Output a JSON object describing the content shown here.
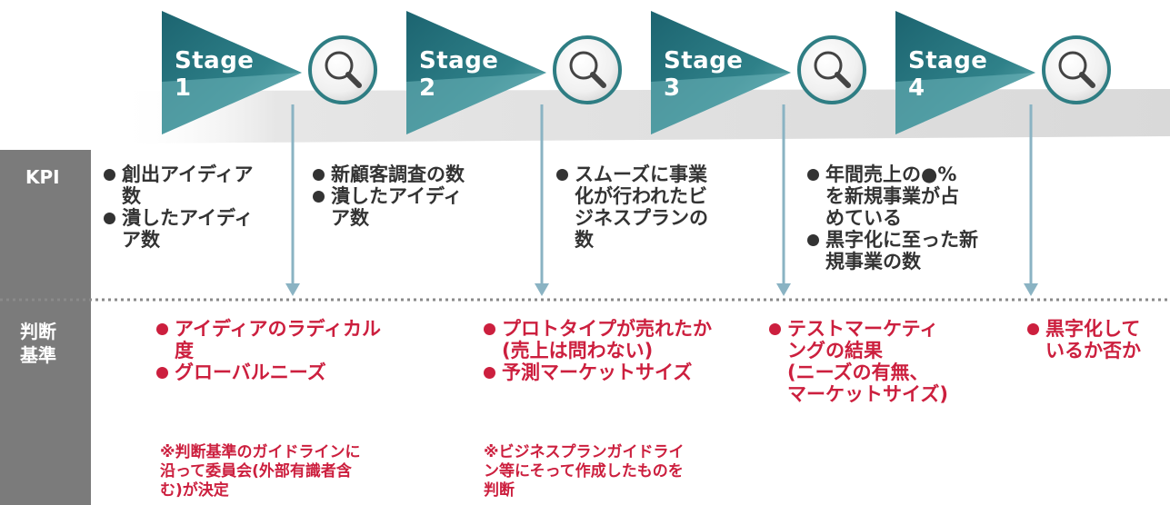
{
  "colors": {
    "arrow_dark": "#1f6b73",
    "arrow_light": "#6fb6bb",
    "side_bar": "#7b7b7b",
    "kpi_text": "#333333",
    "criteria_text": "#cc1f3e",
    "connector": "#8ab3c3",
    "dotted_line": "#8a8a8a"
  },
  "stages": [
    {
      "line1": "Stage",
      "line2": "1"
    },
    {
      "line1": "Stage",
      "line2": "2"
    },
    {
      "line1": "Stage",
      "line2": "3"
    },
    {
      "line1": "Stage",
      "line2": "4"
    }
  ],
  "icons": [
    "magnifier-icon",
    "magnifier-icon",
    "magnifier-icon",
    "magnifier-icon"
  ],
  "side_labels": {
    "kpi": "KPI",
    "criteria_line1": "判断",
    "criteria_line2": "基準"
  },
  "kpi_columns": [
    {
      "items": [
        [
          "創出アイディア",
          "数"
        ],
        [
          "潰したアイディ",
          "ア数"
        ]
      ]
    },
    {
      "items": [
        [
          "新顧客調査の数"
        ],
        [
          "潰したアイディ",
          "ア数"
        ]
      ]
    },
    {
      "items": [
        [
          "スムーズに事業",
          "化が行われたビ",
          "ジネスプランの",
          "数"
        ]
      ]
    },
    {
      "items": [
        [
          "年間売上の●%",
          "を新規事業が占",
          "めている"
        ],
        [
          "黒字化に至った新",
          "規事業の数"
        ]
      ]
    }
  ],
  "criteria_columns": [
    {
      "items": [
        [
          "アイディアのラディカル",
          "度"
        ],
        [
          "グローバルニーズ"
        ]
      ],
      "note": [
        "※判断基準のガイドラインに",
        "沿って委員会(外部有識者含",
        "む)が決定"
      ]
    },
    {
      "items": [
        [
          "プロトタイプが売れたか",
          "(売上は問わない)"
        ],
        [
          "予測マーケットサイズ"
        ]
      ],
      "note": [
        "※ビジネスプランガイドライ",
        "ン等にそって作成したものを",
        "判断"
      ]
    },
    {
      "items": [
        [
          "テストマーケティ",
          "ングの結果",
          "(ニーズの有無、",
          "マーケットサイズ)"
        ]
      ]
    },
    {
      "items": [
        [
          "黒字化して",
          "いるか否か"
        ]
      ]
    }
  ]
}
